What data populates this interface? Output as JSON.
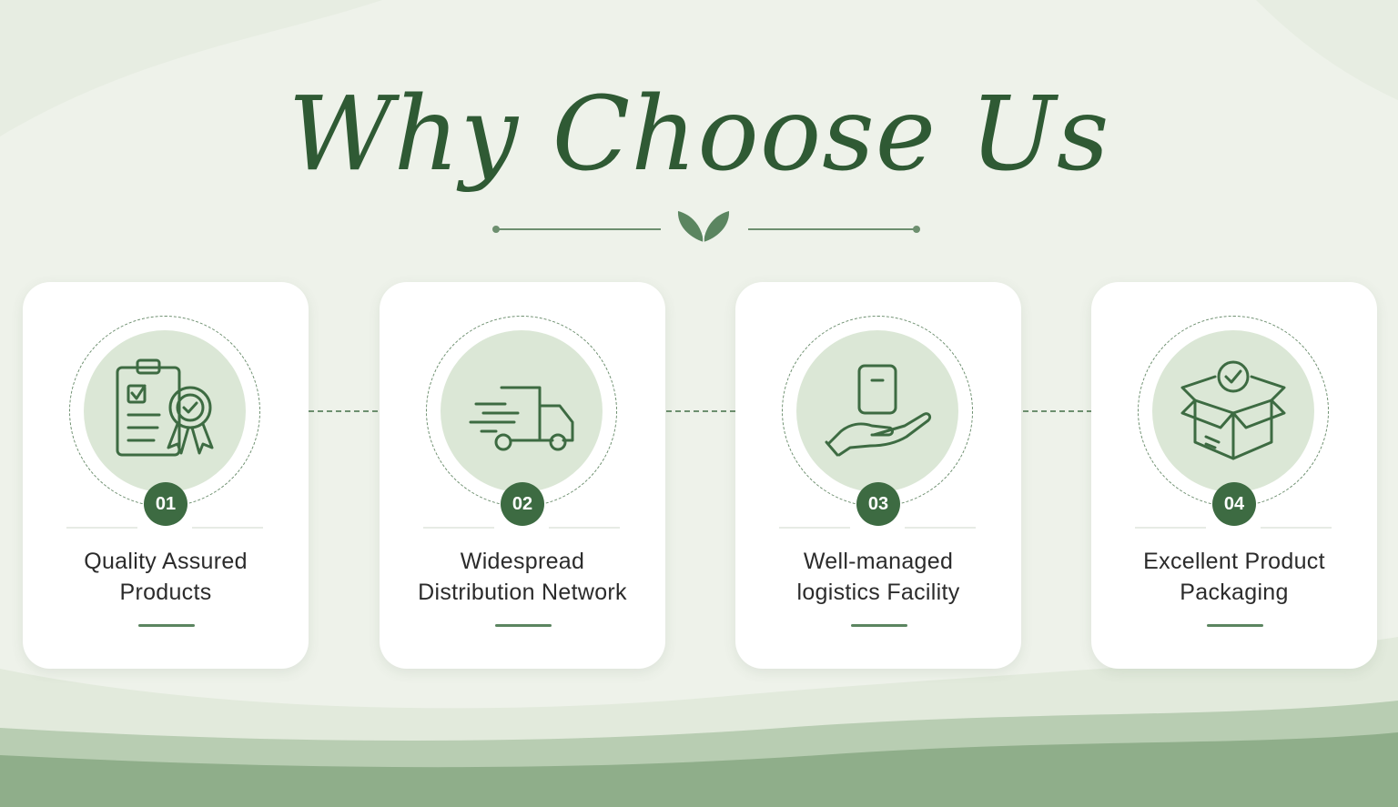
{
  "title": "Why Choose Us",
  "colors": {
    "background": "#eef2ea",
    "primary_green": "#3d6b42",
    "title_green": "#2f5a34",
    "icon_circle": "#dbe7d6",
    "card": "#ffffff",
    "wave": "#8fae8a"
  },
  "features": [
    {
      "number": "01",
      "line1": "Quality Assured",
      "line2": "Products",
      "icon": "clipboard-award-icon"
    },
    {
      "number": "02",
      "line1": "Widespread",
      "line2": "Distribution Network",
      "icon": "delivery-truck-icon"
    },
    {
      "number": "03",
      "line1": "Well-managed",
      "line2": "logistics Facility",
      "icon": "hand-holding-box-icon"
    },
    {
      "number": "04",
      "line1": "Excellent Product",
      "line2": "Packaging",
      "icon": "open-box-check-icon"
    }
  ]
}
